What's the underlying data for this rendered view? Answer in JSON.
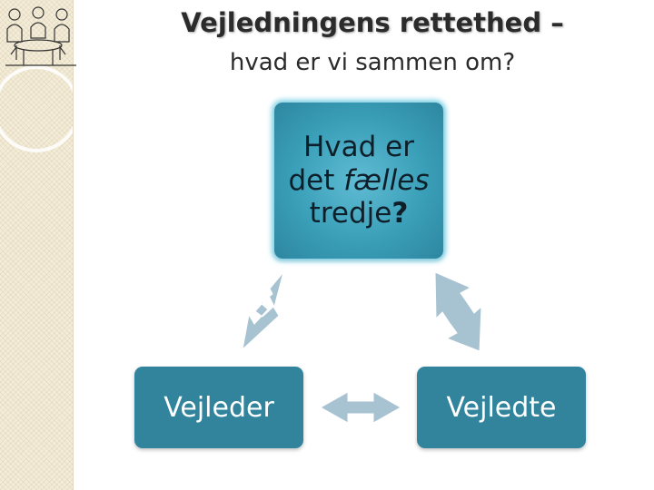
{
  "title": {
    "line1": "Vejledningens rettethed –",
    "line2": "hvad er vi sammen om?"
  },
  "nodes": {
    "top": {
      "line1": "Hvad er",
      "line2_prefix": "det ",
      "line2_emph": "fælles",
      "line3": "tredje",
      "line3_mark": "?"
    },
    "left": "Vejleder",
    "right": "Vejledte"
  },
  "colors": {
    "node_fill": "#31849b",
    "node_top_fill": "#4bacc6",
    "arrow_fill": "#a7c2d0",
    "sidebar_fill": "#f3ecd9"
  },
  "icons": [
    "people-clipart",
    "ring-decoration"
  ]
}
